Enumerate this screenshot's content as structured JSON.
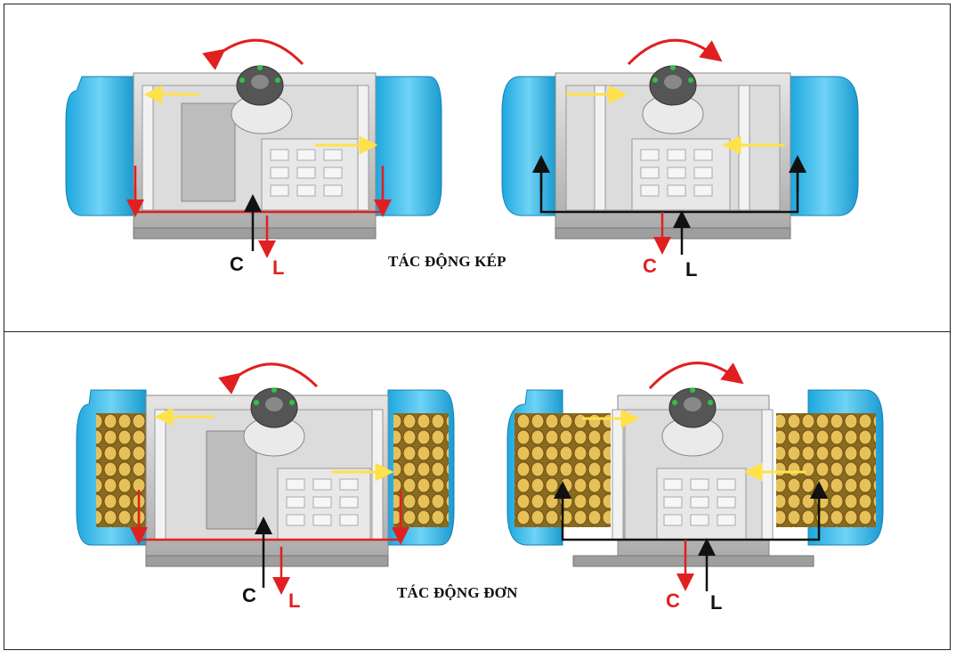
{
  "sections": [
    {
      "caption": "TÁC ĐỘNG KÉP",
      "left_unit": {
        "port_c": "C",
        "port_l": "L"
      },
      "right_unit": {
        "port_c": "C",
        "port_l": "L"
      }
    },
    {
      "caption": "TÁC ĐỘNG ĐƠN",
      "left_unit": {
        "port_c": "C",
        "port_l": "L"
      },
      "right_unit": {
        "port_c": "C",
        "port_l": "L"
      }
    }
  ],
  "colors": {
    "end_cap": "#29b6e8",
    "body": "#c9c9c9",
    "supply_line": "#e02020",
    "exhaust_line": "#111111",
    "piston_arrow": "#ffe14a",
    "spring": "#c9a13a"
  }
}
